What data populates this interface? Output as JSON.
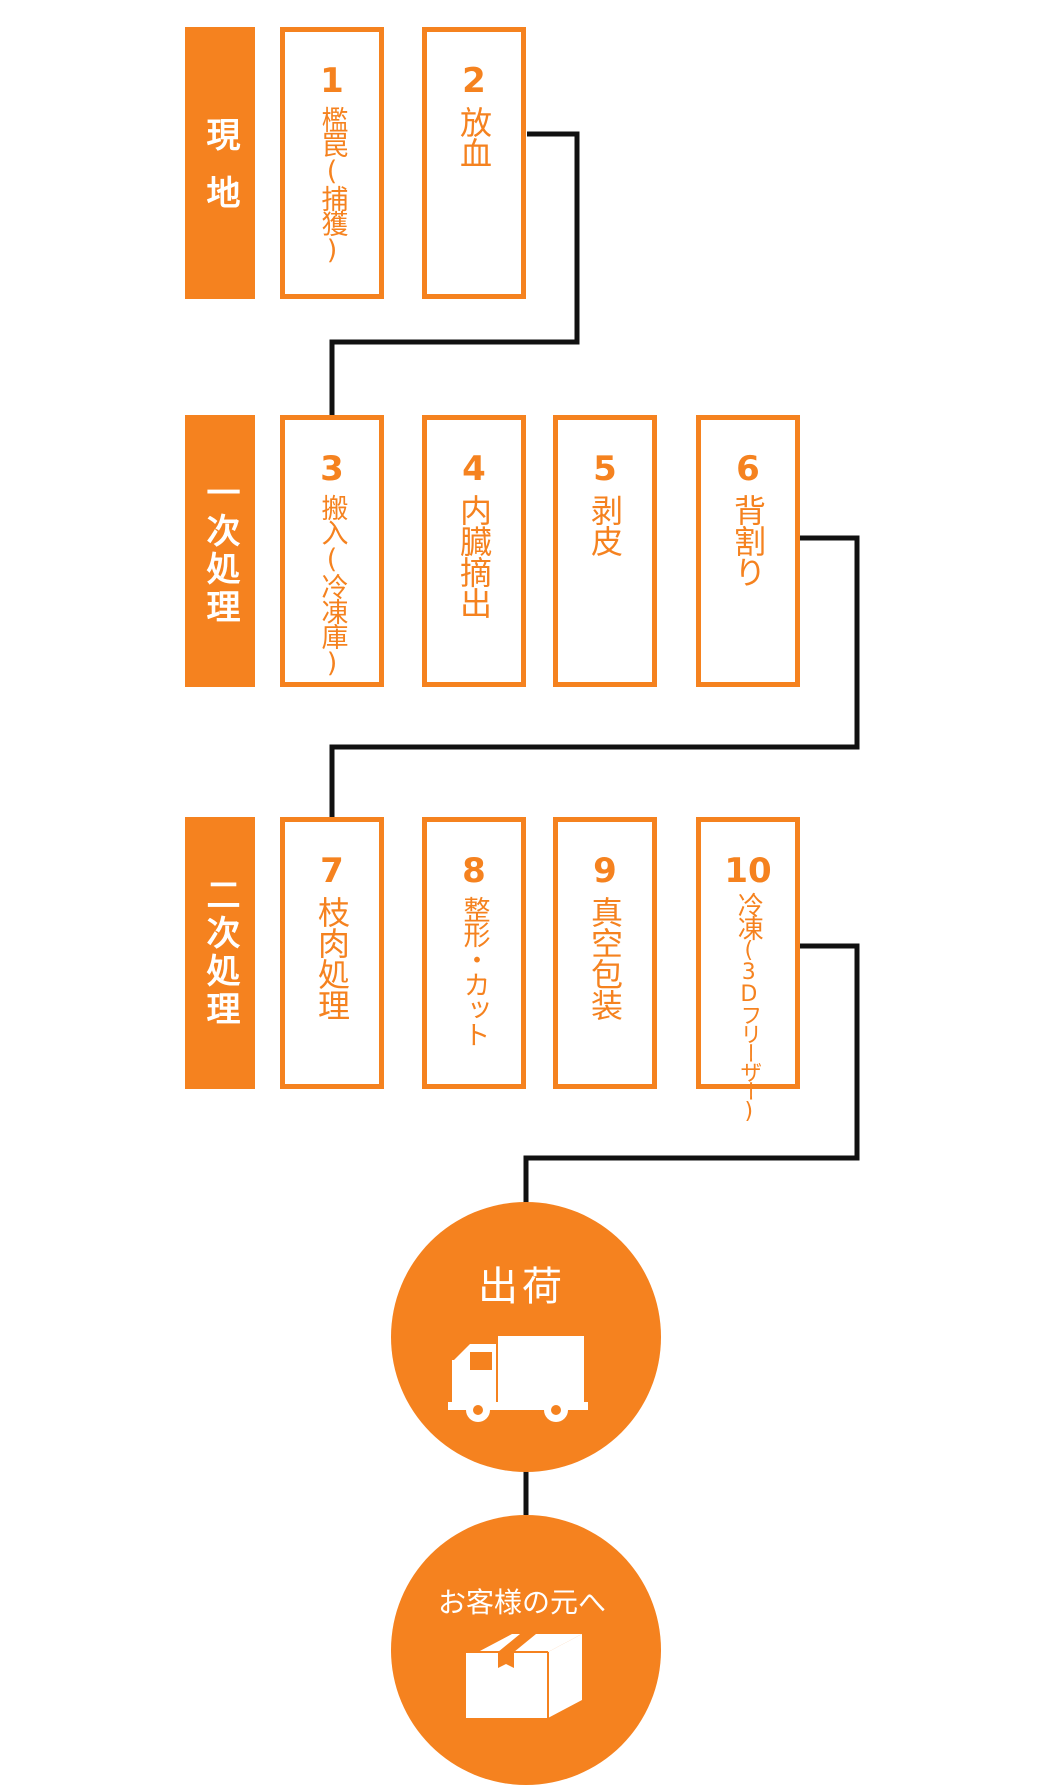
{
  "brand_color": "#F5821F",
  "connector_color": "#111111",
  "stages": [
    {
      "id": "genchi",
      "label": "現地"
    },
    {
      "id": "ichiji",
      "label": "一次処理"
    },
    {
      "id": "niji",
      "label": "二次処理"
    }
  ],
  "steps": [
    {
      "number": "1",
      "label": "檻罠(捕獲)"
    },
    {
      "number": "2",
      "label": "放血"
    },
    {
      "number": "3",
      "label": "搬入(冷凍庫)"
    },
    {
      "number": "4",
      "label": "内臓摘出"
    },
    {
      "number": "5",
      "label": "剥皮"
    },
    {
      "number": "6",
      "label": "背割り"
    },
    {
      "number": "7",
      "label": "枝肉処理"
    },
    {
      "number": "8",
      "label": "整形・カット"
    },
    {
      "number": "9",
      "label": "真空包装"
    },
    {
      "number": "10",
      "label": "冷凍",
      "sub_label": "(3Dフリーザー)"
    }
  ],
  "shipping": {
    "label": "出荷",
    "icon": "truck-icon"
  },
  "delivery": {
    "label": "お客様の元へ",
    "icon": "box-icon"
  }
}
